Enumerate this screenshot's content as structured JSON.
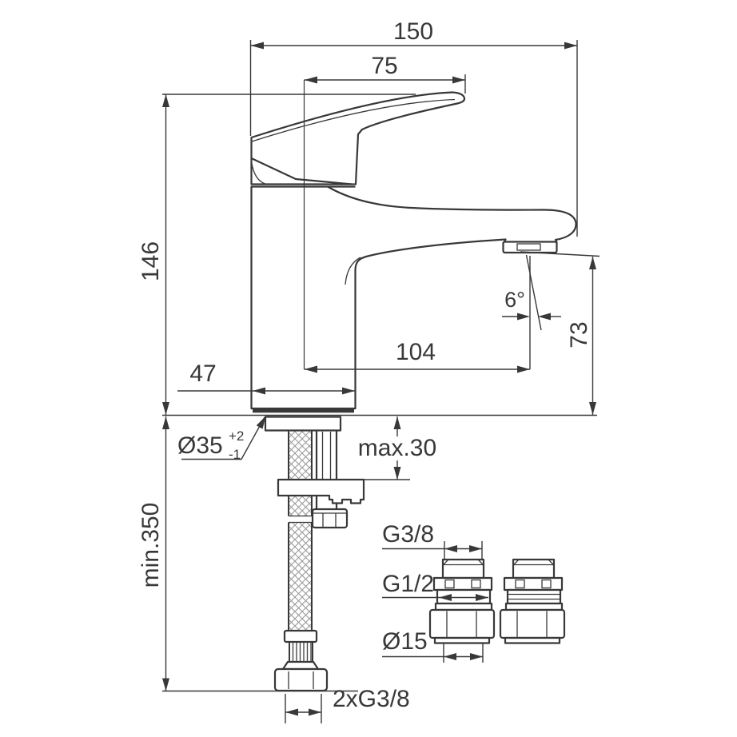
{
  "drawing": {
    "colors": {
      "line": "#383838",
      "background": "#ffffff"
    },
    "dimensions": {
      "overall_length": "150",
      "handle_reach": "75",
      "body_height": "146",
      "spout_reach": "104",
      "base_width": "47",
      "outlet_height": "73",
      "outlet_angle": "6°",
      "hole_diameter": "Ø35",
      "hole_tolerance_plus": "+2",
      "hole_tolerance_minus": "-1",
      "max_deck_thickness": "max.30",
      "min_hose_length": "min.350",
      "hose_connections": "2xG3/8",
      "fitting_thread_top": "G3/8",
      "fitting_thread_mid": "G1/2",
      "fitting_pipe_diameter": "Ø15"
    }
  }
}
